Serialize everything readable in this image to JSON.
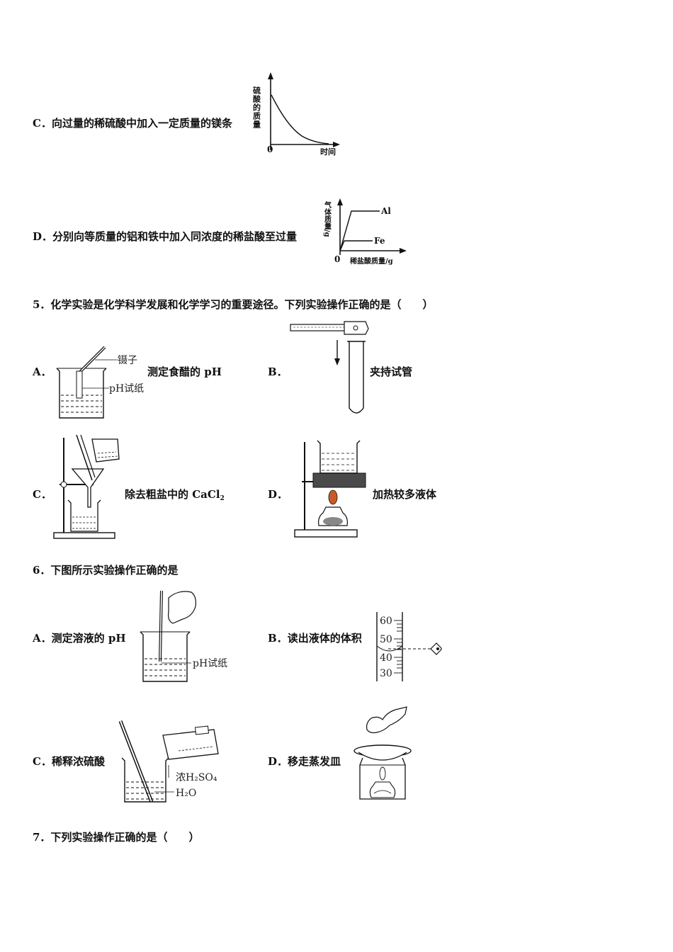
{
  "q4": {
    "optC": {
      "letter": "C．",
      "text": "向过量的稀硫酸中加入一定质量的镁条",
      "chart": {
        "ylabel": "硫酸的质量",
        "xlabel": "时间",
        "origin": "0"
      }
    },
    "optD": {
      "letter": "D．",
      "text": "分别向等质量的铝和铁中加入同浓度的稀盐酸至过量",
      "chart": {
        "ylabel": "气体质量/g",
        "xlabel": "稀盐酸质量/g",
        "origin": "0",
        "line1": "Al",
        "line2": "Fe"
      }
    }
  },
  "q5": {
    "stem": "5．化学实验是化学科学发展和化学学习的重要途径。下列实验操作正确的是（　　）",
    "A": {
      "letter": "A．",
      "text": "测定食醋的 pH",
      "tag1": "镊子",
      "tag2": "pH试纸"
    },
    "B": {
      "letter": "B．",
      "text": "夹持试管"
    },
    "C": {
      "letter": "C．",
      "text": "除去粗盐中的 CaCl",
      "sub": "2"
    },
    "D": {
      "letter": "D．",
      "text": "加热较多液体"
    }
  },
  "q6": {
    "stem": "6．下图所示实验操作正确的是",
    "A": {
      "letter": "A．",
      "text": "测定溶液的 pH",
      "tag": "pH试纸"
    },
    "B": {
      "letter": "B．",
      "text": "读出液体的体积",
      "ticks": [
        "60",
        "50",
        "40",
        "30"
      ]
    },
    "C": {
      "letter": "C．",
      "text": "稀释浓硫酸",
      "tag1": "浓H₂SO₄",
      "tag2": "H₂O"
    },
    "D": {
      "letter": "D．",
      "text": "移走蒸发皿"
    }
  },
  "q7": {
    "stem": "7．下列实验操作正确的是（　　）"
  }
}
